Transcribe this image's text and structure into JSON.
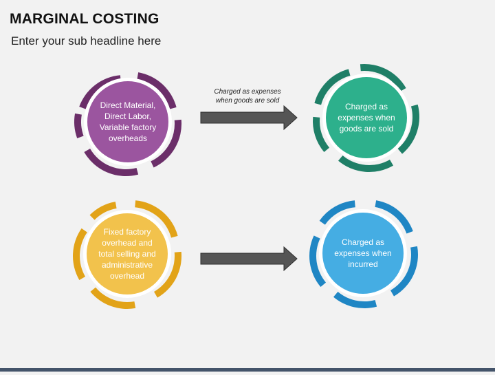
{
  "header": {
    "title": "MARGINAL COSTING",
    "subtitle": "Enter your sub headline here"
  },
  "rows": [
    {
      "source": {
        "lines": [
          "Direct Material,",
          "Direct Labor,",
          "Variable factory",
          "overheads"
        ],
        "fill": "#9b559f",
        "ring": "#6b2e69"
      },
      "arrow_label": [
        "Charged as expenses",
        "when goods are sold"
      ],
      "target": {
        "lines": [
          "Charged as",
          "expenses when",
          "goods are sold"
        ],
        "fill": "#2db08c",
        "ring": "#1f7f67"
      }
    },
    {
      "source": {
        "lines": [
          "Fixed factory",
          "overhead and",
          "total selling and",
          "administrative",
          "overhead"
        ],
        "fill": "#f2c24c",
        "ring": "#e2a318"
      },
      "target": {
        "lines": [
          "Charged as",
          "expenses when",
          "incurred"
        ],
        "fill": "#45ade3",
        "ring": "#1f86c4"
      }
    }
  ],
  "arrow_color": "#555555"
}
